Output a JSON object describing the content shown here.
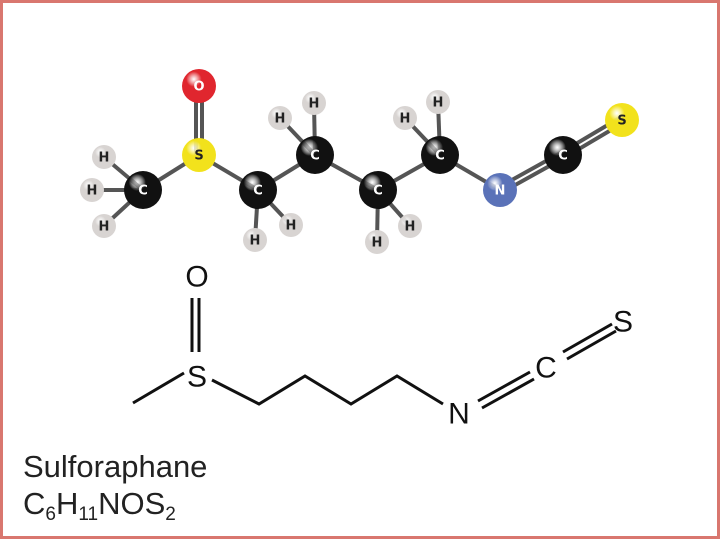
{
  "compound": {
    "name": "Sulforaphane",
    "formula_parts": [
      {
        "t": "C"
      },
      {
        "sub": "6"
      },
      {
        "t": "H"
      },
      {
        "sub": "11"
      },
      {
        "t": "NOS"
      },
      {
        "sub": "2"
      }
    ]
  },
  "ball_model": {
    "atom_labels": {
      "C": "C",
      "H": "H",
      "O": "O",
      "S": "S",
      "N": "N"
    },
    "colors": {
      "C": "#111111",
      "H": "#d8d4d2",
      "O": "#e0262e",
      "S": "#f2e21c",
      "N": "#5a72b8",
      "bond": "#555555"
    }
  },
  "skeletal": {
    "labels": {
      "O": "O",
      "S1": "S",
      "N": "N",
      "C": "C",
      "S2": "S"
    }
  },
  "frame_color": "#d9776f"
}
